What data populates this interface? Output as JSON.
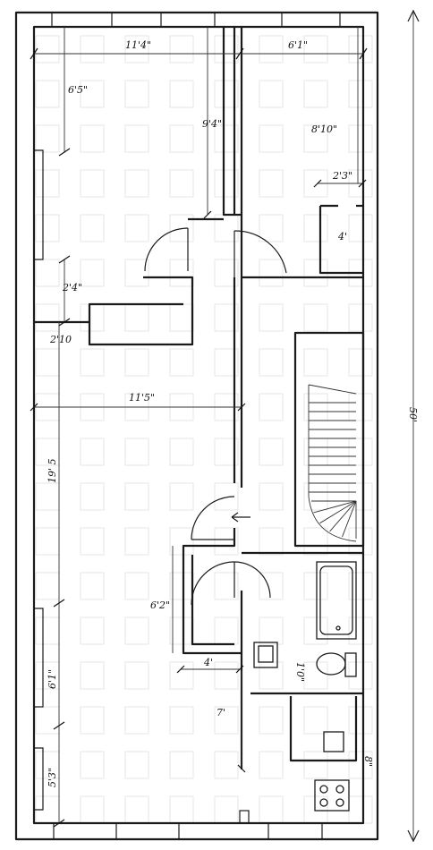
{
  "plan": {
    "total_depth": "50'",
    "dimensions": {
      "front_room_width": "11'4\"",
      "front_right_width": "6'1\"",
      "front_left_depth": "6'5\"",
      "corridor_depth": "9'4\"",
      "right_room_depth": "8'10\"",
      "closet_width": "2'3\"",
      "closet_depth": "4'",
      "alcove_depth": "2'4\"",
      "alcove_offset": "2'10",
      "main_room_width": "11'5\"",
      "main_room_depth": "19' 5",
      "hall_depth": "6'2\"",
      "bath_width": "4'",
      "bath_depth": "7'",
      "lower_left_depth": "6'1\"",
      "rear_left_depth": "5'3\"",
      "sink_dim": "1'0\"",
      "kitchen_dim": "8\""
    },
    "watermark_color": "#e6e6e6"
  }
}
